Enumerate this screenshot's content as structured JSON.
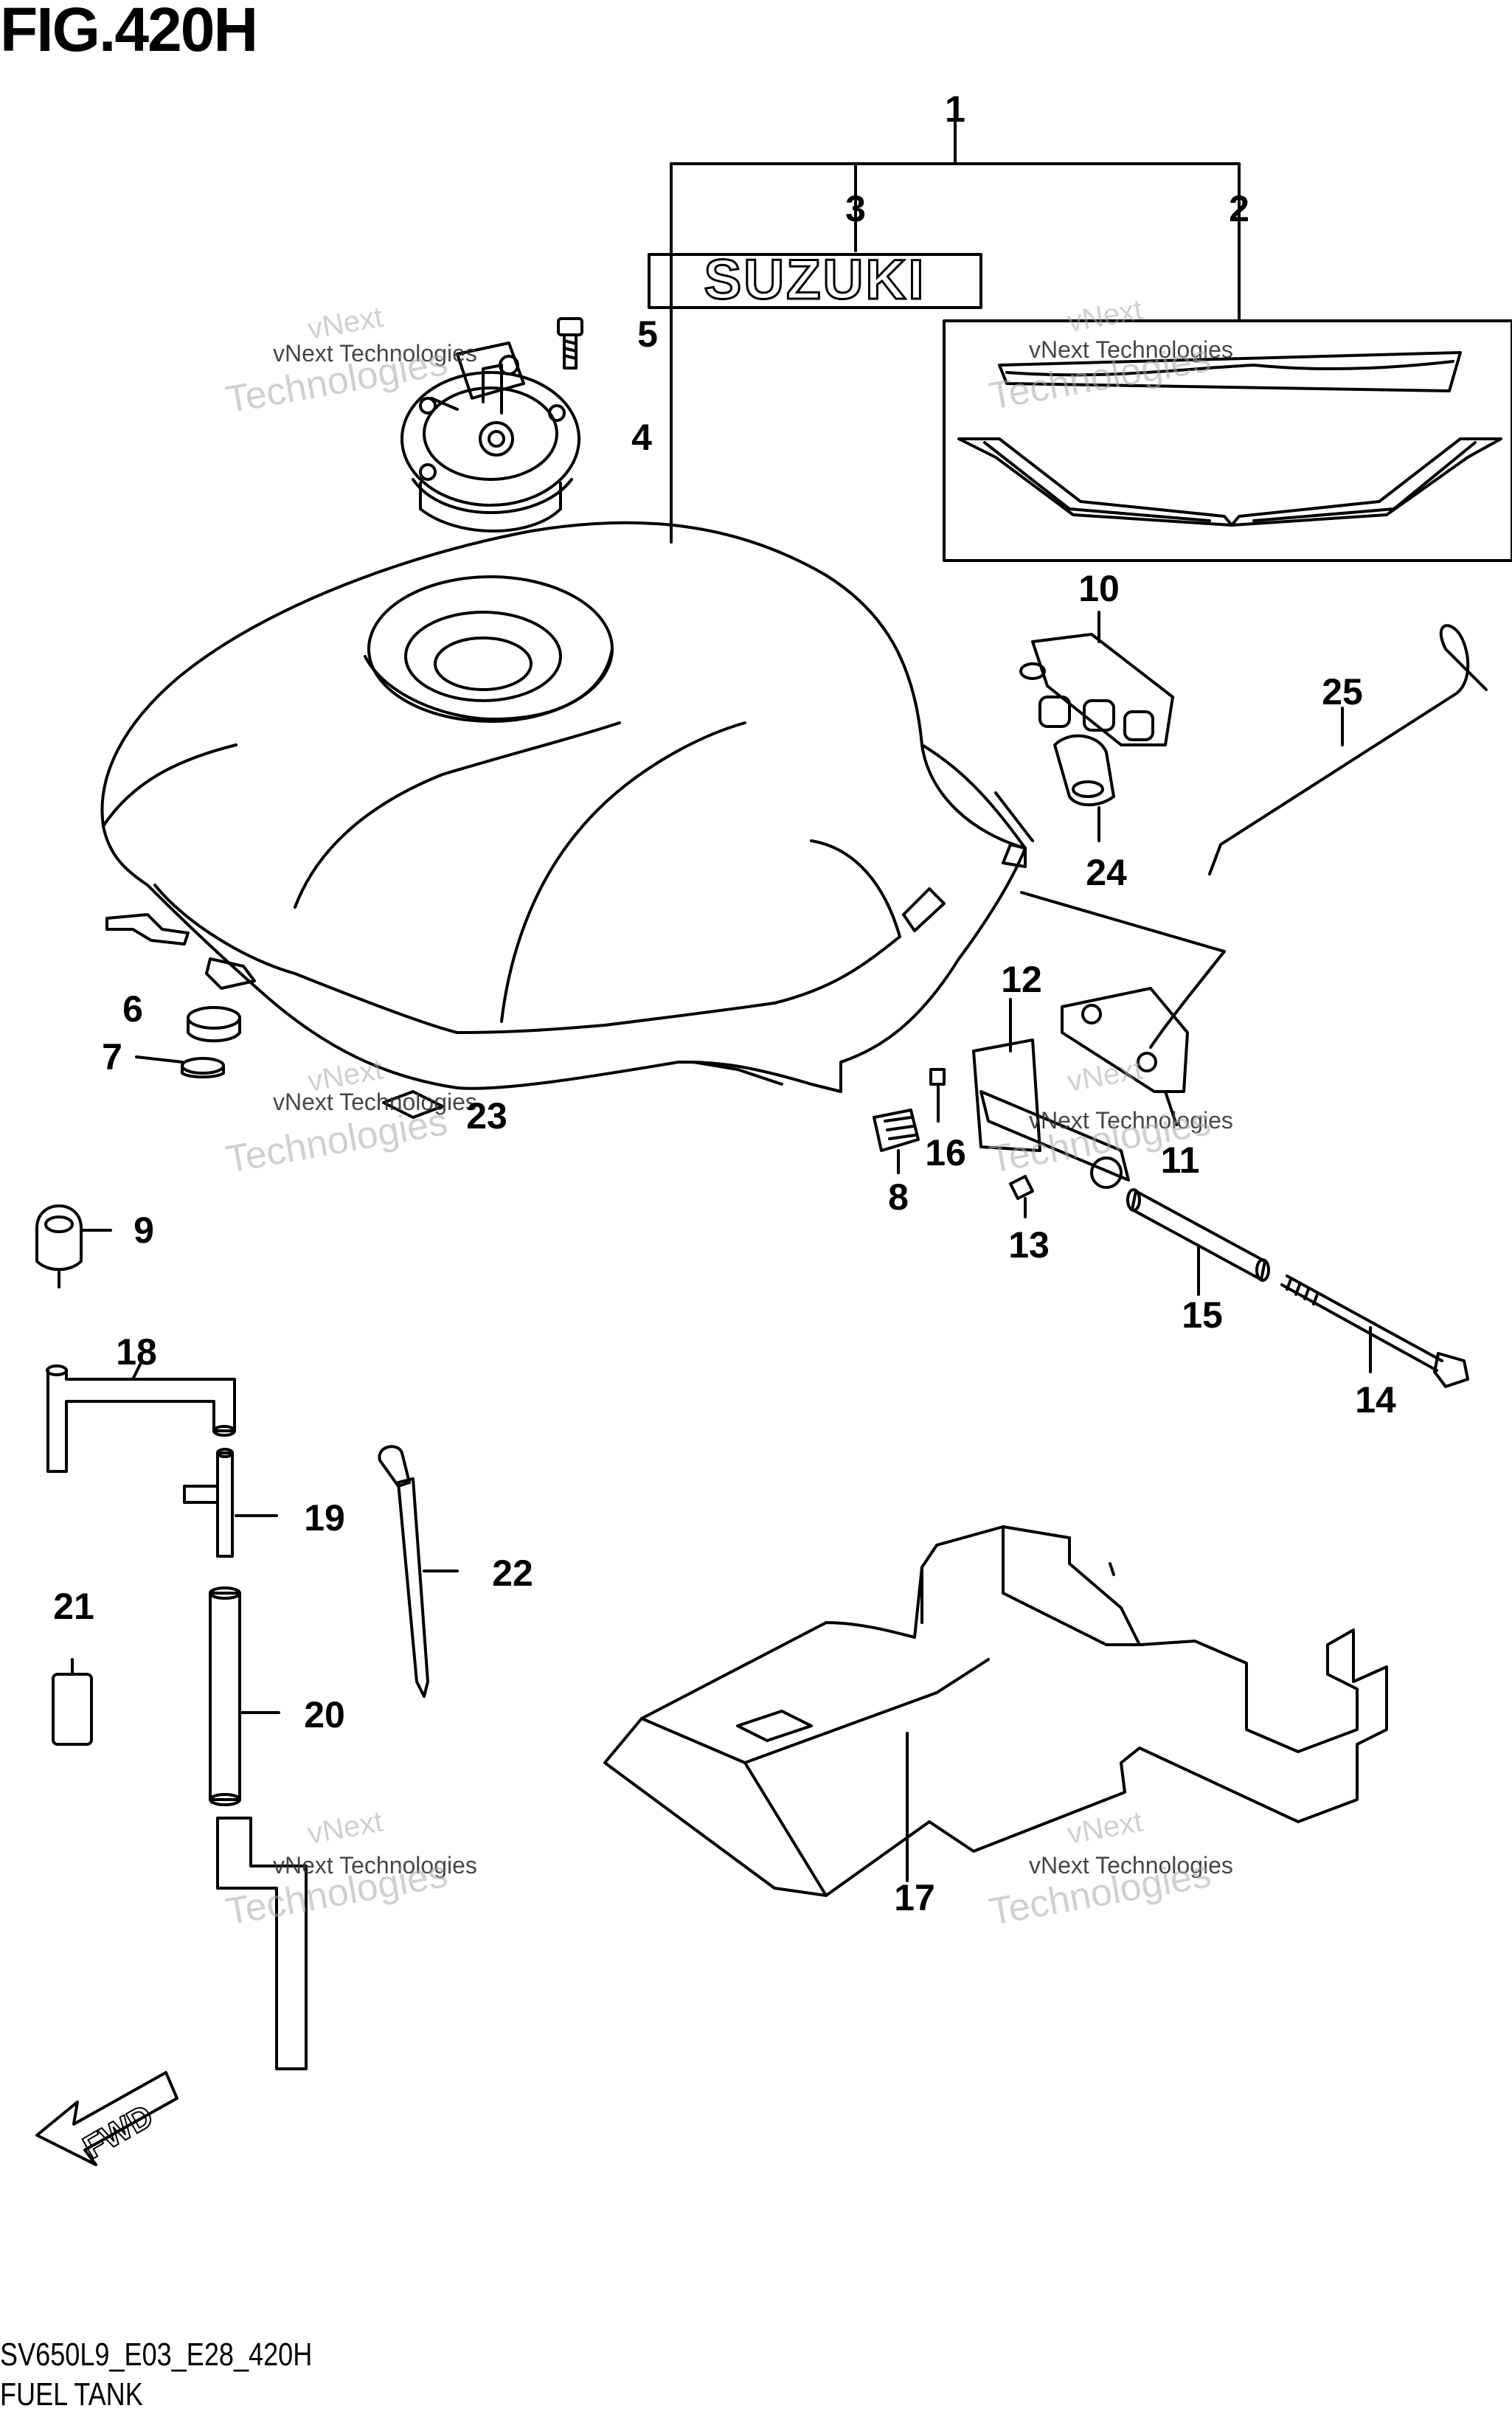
{
  "figure": {
    "title": "FIG.420H",
    "code": "SV650L9_E03_E28_420H",
    "name": "FUEL TANK"
  },
  "brand_text": "SUZUKI",
  "fwd_text": "FWD",
  "watermark": {
    "line1": "vNext",
    "line2": "vNext Technologies",
    "line3": "Technologies"
  },
  "callouts": [
    {
      "id": "1",
      "text": "1"
    },
    {
      "id": "2",
      "text": "2"
    },
    {
      "id": "3",
      "text": "3"
    },
    {
      "id": "4",
      "text": "4"
    },
    {
      "id": "5",
      "text": "5"
    },
    {
      "id": "6",
      "text": "6"
    },
    {
      "id": "7",
      "text": "7"
    },
    {
      "id": "8",
      "text": "8"
    },
    {
      "id": "9",
      "text": "9"
    },
    {
      "id": "10",
      "text": "10"
    },
    {
      "id": "11",
      "text": "11"
    },
    {
      "id": "12",
      "text": "12"
    },
    {
      "id": "13",
      "text": "13"
    },
    {
      "id": "14",
      "text": "14"
    },
    {
      "id": "15",
      "text": "15"
    },
    {
      "id": "16",
      "text": "16"
    },
    {
      "id": "17",
      "text": "17"
    },
    {
      "id": "18",
      "text": "18"
    },
    {
      "id": "19",
      "text": "19"
    },
    {
      "id": "20",
      "text": "20"
    },
    {
      "id": "21",
      "text": "21"
    },
    {
      "id": "22",
      "text": "22"
    },
    {
      "id": "23",
      "text": "23"
    },
    {
      "id": "24",
      "text": "24"
    },
    {
      "id": "25",
      "text": "25"
    }
  ]
}
